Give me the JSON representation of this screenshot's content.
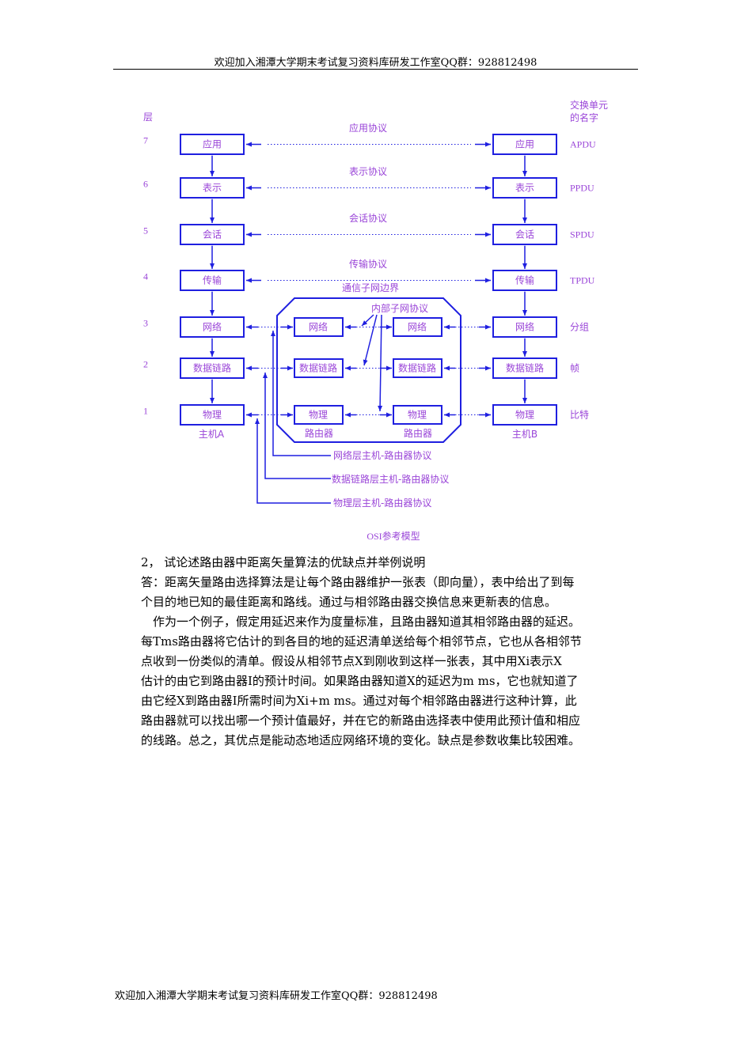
{
  "header": "欢迎加入湘潭大学期末考试复习资料库研发工作室QQ群：928812498",
  "footer": "欢迎加入湘潭大学期末考试复习资料库研发工作室QQ群：928812498",
  "diagram": {
    "layer_heading": "层",
    "unit_heading_1": "交换单元",
    "unit_heading_2": "的名字",
    "layers": [
      {
        "num": "7",
        "name": "应用",
        "protocol": "应用协议",
        "unit": "APDU"
      },
      {
        "num": "6",
        "name": "表示",
        "protocol": "表示协议",
        "unit": "PPDU"
      },
      {
        "num": "5",
        "name": "会话",
        "protocol": "会话协议",
        "unit": "SPDU"
      },
      {
        "num": "4",
        "name": "传输",
        "protocol": "传输协议",
        "unit": "TPDU"
      },
      {
        "num": "3",
        "name": "网络",
        "unit": "分组"
      },
      {
        "num": "2",
        "name": "数据链路",
        "unit": "帧"
      },
      {
        "num": "1",
        "name": "物理",
        "unit": "比特"
      }
    ],
    "subnet_boundary": "通信子网边界",
    "internal_protocol": "内部子网协议",
    "host_a": "主机A",
    "host_b": "主机B",
    "router": "路由器",
    "network_host_router": "网络层主机-路由器协议",
    "datalink_host_router": "数据链路层主机-路由器协议",
    "physical_host_router": "物理层主机-路由器协议",
    "caption": "OSI参考模型"
  },
  "body": {
    "lines": [
      "2， 试论述路由器中距离矢量算法的优缺点并举例说明",
      "答：距离矢量路由选择算法是让每个路由器维护一张表（即向量），表中给出了到每",
      "个目的地已知的最佳距离和路线。通过与相邻路由器交换信息来更新表的信息。",
      "　作为一个例子，假定用延迟来作为度量标准，且路由器知道其相邻路由器的延迟。",
      "每Tms路由器将它估计的到各目的地的延迟清单送给每个相邻节点，它也从各相邻节",
      "点收到一份类似的清单。假设从相邻节点X到刚收到这样一张表，其中用Xi表示X",
      "估计的由它到路由器I的预计时间。如果路由器知道X的延迟为m ms，它也就知道了",
      "由它经X到路由器I所需时间为Xi+m ms。通过对每个相邻路由器进行这种计算，此",
      "路由器就可以找出哪一个预计值最好，并在它的新路由选择表中使用此预计值和相应",
      "的线路。总之，其优点是能动态地适应网络环境的变化。缺点是参数收集比较困难。"
    ]
  }
}
